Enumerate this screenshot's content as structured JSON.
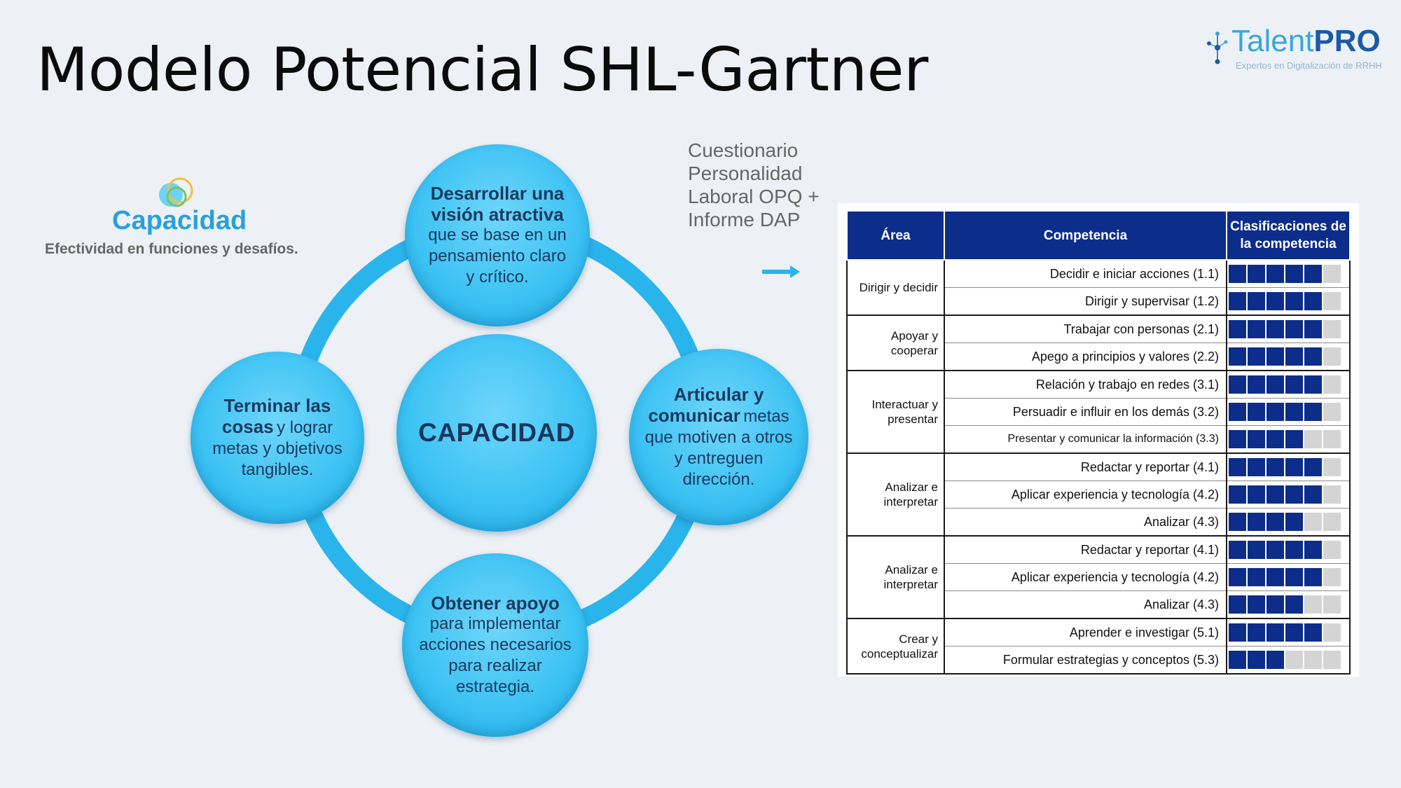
{
  "title": "Modelo Potencial SHL-Gartner",
  "logo": {
    "name_part1": "Talent",
    "name_part2": "PRO",
    "tagline": "Expertos en Digitalización de RRHH"
  },
  "capacidad": {
    "heading": "Capacidad",
    "subtitle": "Efectividad en funciones y desafíos."
  },
  "diagram": {
    "center": "CAPACIDAD",
    "top": {
      "bold": "Desarrollar una visión atractiva",
      "rest": "que se base en un pensamiento claro y crítico."
    },
    "right": {
      "bold": "Articular y comunicar",
      "rest": "metas que motiven a otros y entreguen dirección."
    },
    "bottom": {
      "bold1": "Obtener apoyo",
      "rest1": "para implementar acciones necesarios para realizar estrategia."
    },
    "left": {
      "bold": "Terminar las cosas",
      "rest": "y lograr metas y objetivos tangibles."
    }
  },
  "questionnaire": "Cuestionario\nPersonalidad\nLaboral OPQ +\nInforme DAP",
  "table": {
    "headers": {
      "area": "Área",
      "competencia": "Competencia",
      "clasificaciones": "Clasificaciones de la competencia"
    },
    "groups": [
      {
        "area": "Dirigir y decidir",
        "rows": [
          {
            "competencia": "Decidir e iniciar acciones (1.1)",
            "rating": 5
          },
          {
            "competencia": "Dirigir y supervisar (1.2)",
            "rating": 5
          }
        ]
      },
      {
        "area": "Apoyar y cooperar",
        "rows": [
          {
            "competencia": "Trabajar con personas (2.1)",
            "rating": 5
          },
          {
            "competencia": "Apego a principios y valores (2.2)",
            "rating": 5
          }
        ]
      },
      {
        "area": "Interactuar y presentar",
        "rows": [
          {
            "competencia": "Relación y trabajo en redes (3.1)",
            "rating": 5
          },
          {
            "competencia": "Persuadir e influir en los demás (3.2)",
            "rating": 5
          },
          {
            "competencia": "Presentar y comunicar la información (3.3)",
            "rating": 4
          }
        ]
      },
      {
        "area": "Analizar e interpretar",
        "rows": [
          {
            "competencia": "Redactar y reportar (4.1)",
            "rating": 5
          },
          {
            "competencia": "Aplicar experiencia y tecnología (4.2)",
            "rating": 5
          },
          {
            "competencia": "Analizar (4.3)",
            "rating": 4
          }
        ]
      },
      {
        "area": "Analizar e interpretar",
        "rows": [
          {
            "competencia": "Redactar y reportar (4.1)",
            "rating": 5
          },
          {
            "competencia": "Aplicar experiencia y tecnología (4.2)",
            "rating": 5
          },
          {
            "competencia": "Analizar (4.3)",
            "rating": 4
          }
        ]
      },
      {
        "area": "Crear y conceptualizar",
        "rows": [
          {
            "competencia": "Aprender e investigar (5.1)",
            "rating": 5
          },
          {
            "competencia": "Formular estrategias y conceptos (5.3)",
            "rating": 3
          }
        ]
      }
    ],
    "scale_max": 6
  },
  "colors": {
    "navy": "#0d2d8a",
    "cyan": "#29b4ec",
    "accent_blue": "#2aa0da"
  }
}
